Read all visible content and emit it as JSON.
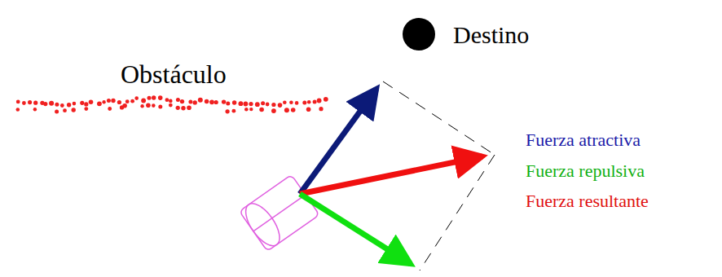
{
  "diagram": {
    "labels": [
      "Destino",
      "Obstáculo",
      "Fuerza atractiva",
      "Fuerza repulsiva",
      "Fuerza resultante"
    ]
  }
}
